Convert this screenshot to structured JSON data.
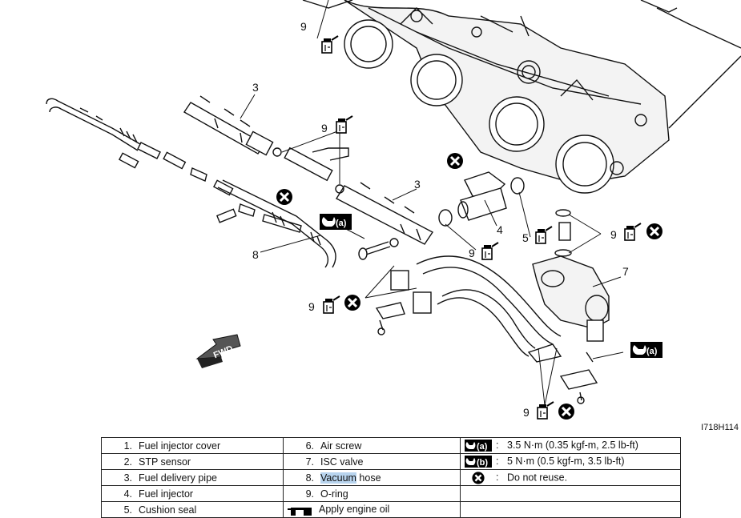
{
  "figure": {
    "id": "I718H114",
    "callouts": {
      "part3": "3",
      "part4": "4",
      "part5": "5",
      "part7": "7",
      "part8": "8",
      "part9": "9",
      "torque_a": "(a)",
      "fwd": "FWD"
    }
  },
  "legend": {
    "parts": [
      {
        "num": "1.",
        "name": "Fuel injector cover"
      },
      {
        "num": "2.",
        "name": "STP sensor"
      },
      {
        "num": "3.",
        "name": "Fuel delivery pipe"
      },
      {
        "num": "4.",
        "name": "Fuel injector"
      },
      {
        "num": "5.",
        "name": "Cushion seal"
      },
      {
        "num": "6.",
        "name": "Air screw"
      },
      {
        "num": "7.",
        "name": "ISC valve"
      },
      {
        "num": "8.",
        "name_highlight": "Vacuum",
        "name_rest": " hose"
      },
      {
        "num": "9.",
        "name": "O-ring"
      }
    ],
    "apply_oil": "Apply engine oil",
    "specs": [
      {
        "symbol": "(a)",
        "colon": ":",
        "text": "3.5 N·m (0.35 kgf-m, 2.5 lb-ft)"
      },
      {
        "symbol": "(b)",
        "colon": ":",
        "text": "5 N·m (0.5 kgf-m, 3.5 lb-ft)"
      },
      {
        "colon": ":",
        "text": "Do not reuse."
      }
    ]
  }
}
